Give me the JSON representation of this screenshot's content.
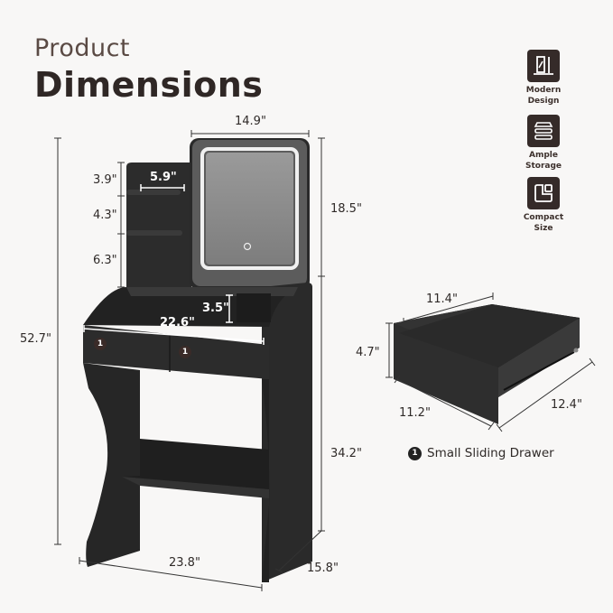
{
  "header": {
    "subtitle": "Product",
    "title": "Dimensions"
  },
  "features": [
    {
      "icon": "mirror-icon",
      "label_line1": "Modern",
      "label_line2": "Design"
    },
    {
      "icon": "stacked-drawers-icon",
      "label_line1": "Ample",
      "label_line2": "Storage"
    },
    {
      "icon": "compact-square-icon",
      "label_line1": "Compact",
      "label_line2": "Size"
    }
  ],
  "dimensions": {
    "mirror_width": "14.9\"",
    "total_height": "52.7\"",
    "mirror_height": "18.5\"",
    "shelf_1": "3.9\"",
    "shelf_2": "4.3\"",
    "shelf_3": "6.3\"",
    "shelf_width": "5.9\"",
    "cubby_height": "3.5\"",
    "desk_inner_width": "22.6\"",
    "desk_height": "34.2\"",
    "overall_width": "23.8\"",
    "depth": "15.8\""
  },
  "drawer": {
    "inner_width": "11.4\"",
    "height": "4.7\"",
    "front_width": "11.2\"",
    "depth": "12.4\"",
    "badge": "1",
    "legend_label": "Small Sliding Drawer"
  },
  "colors": {
    "background": "#f8f7f6",
    "furniture": "#2e2e2e",
    "icon_bg": "#352b29",
    "title": "#2f2725"
  }
}
